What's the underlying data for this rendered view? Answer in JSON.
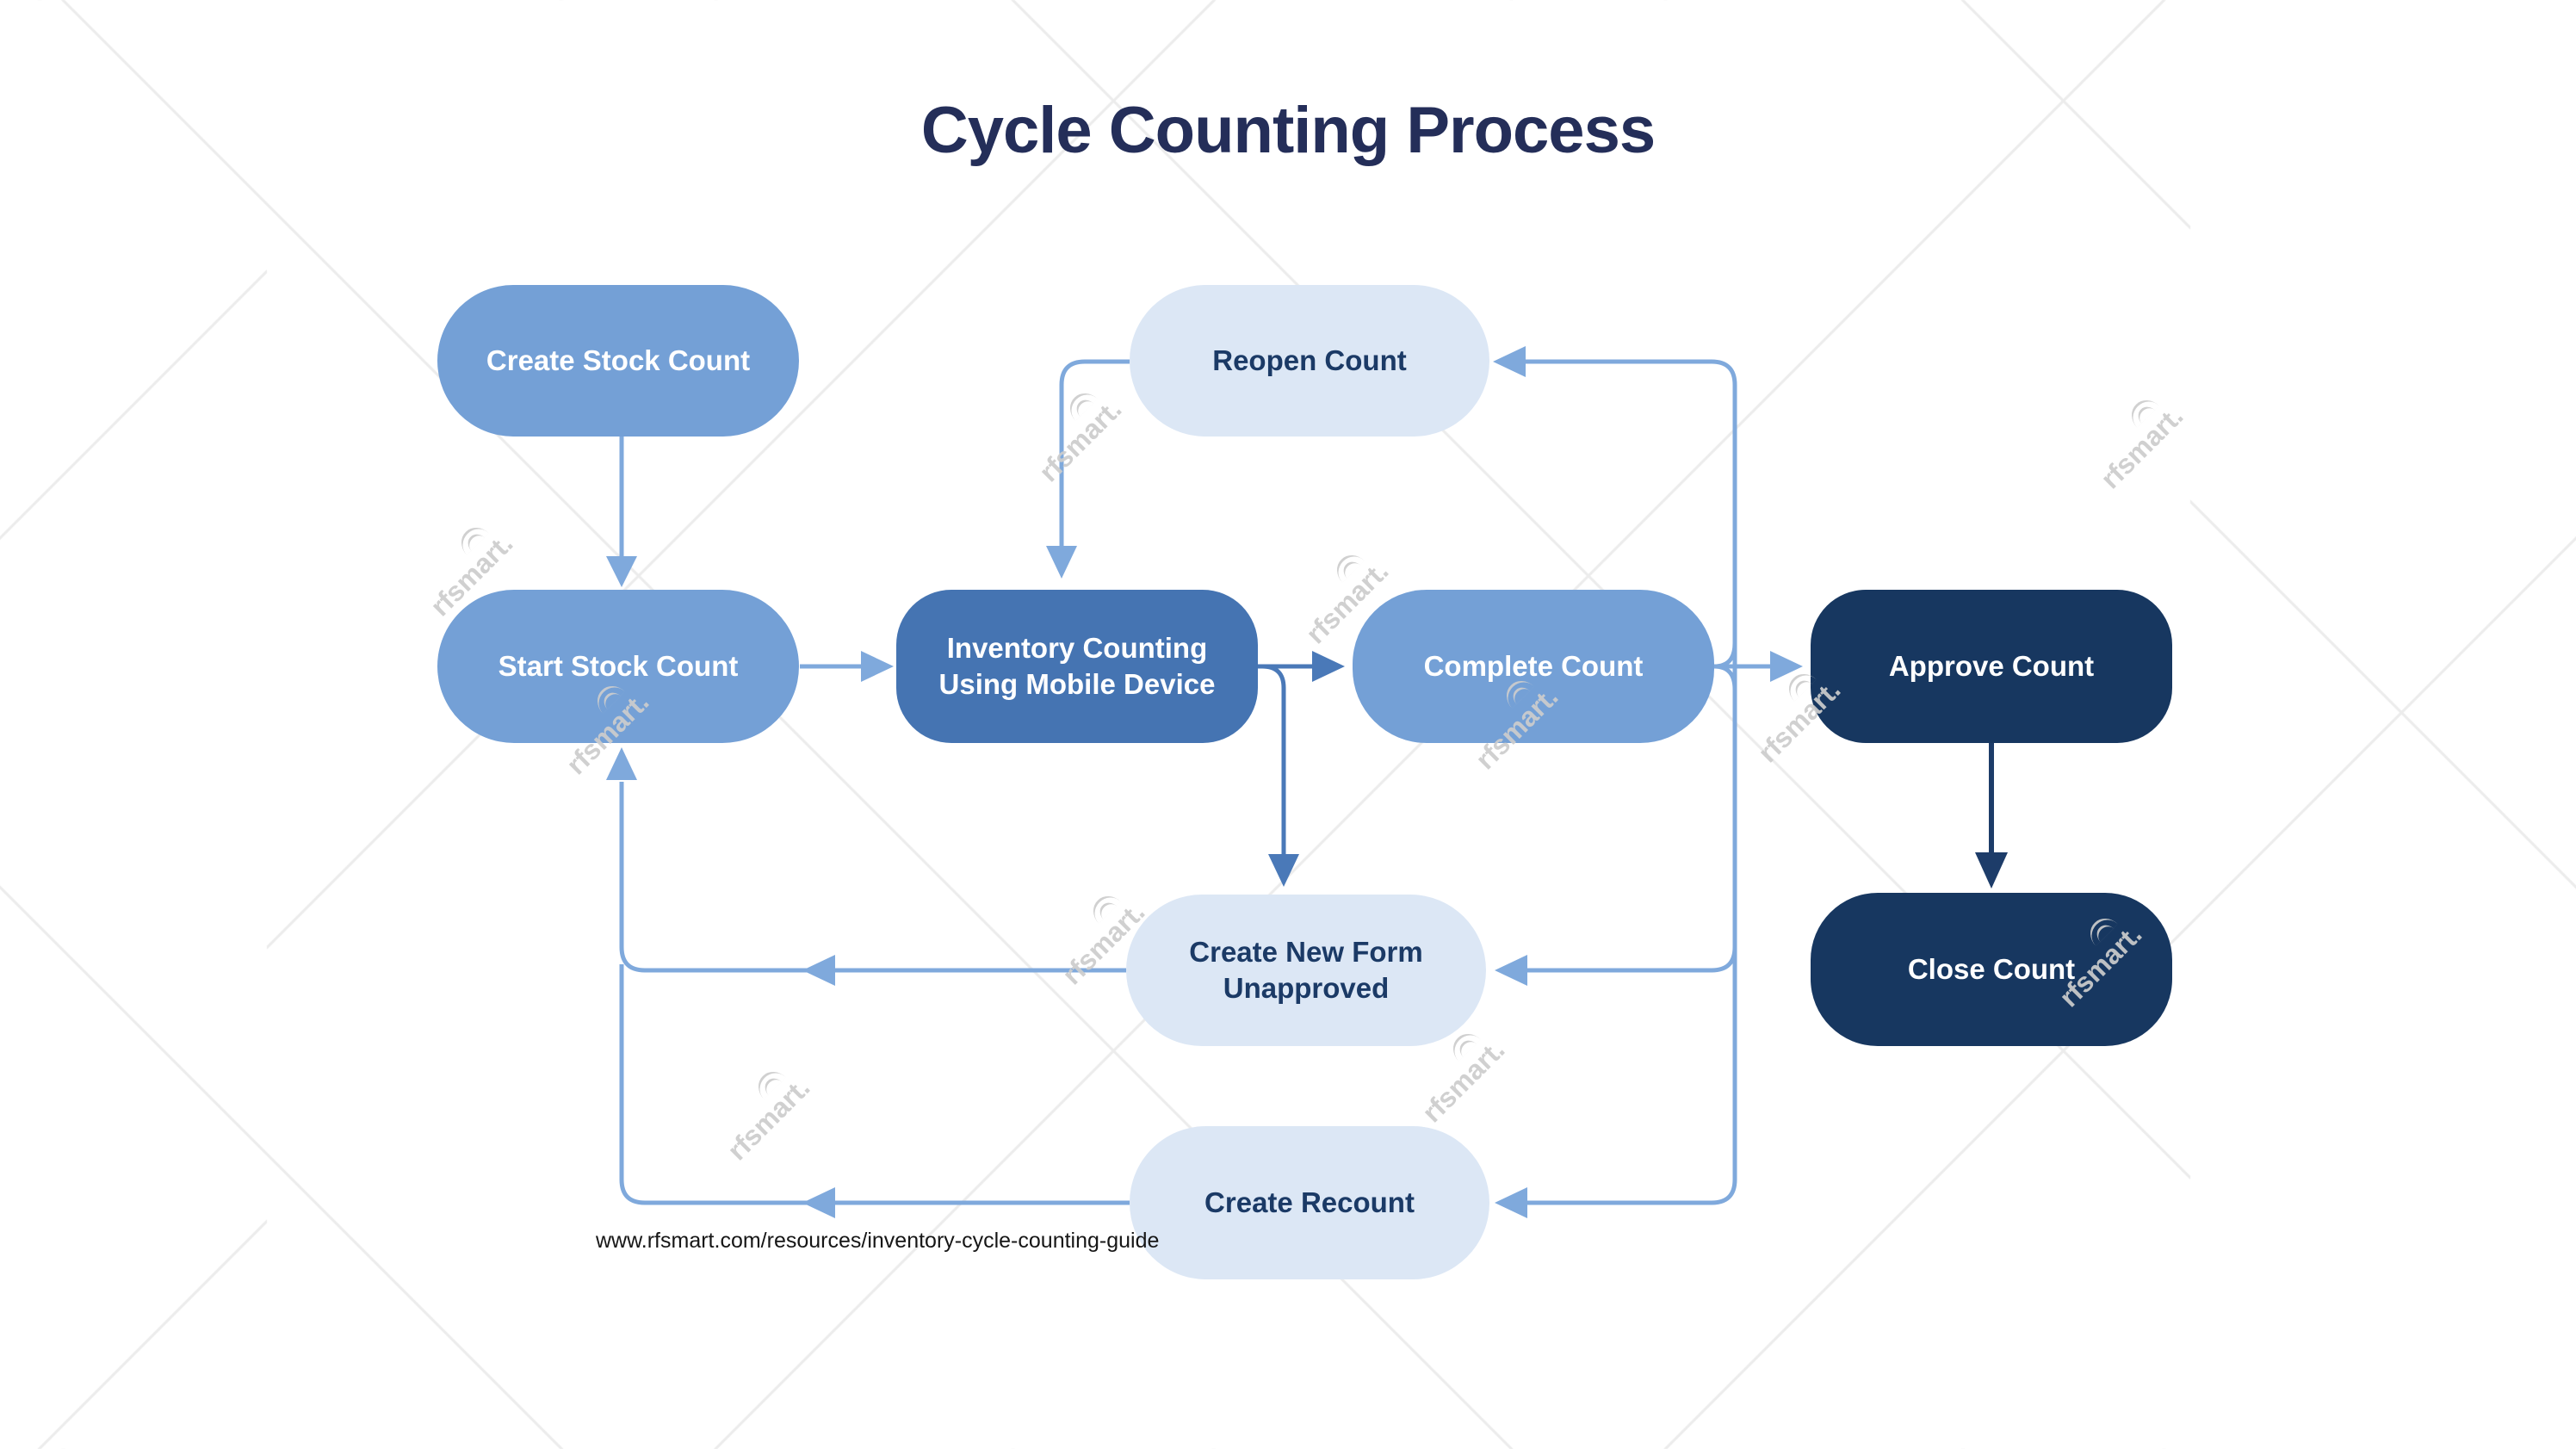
{
  "title": "Cycle Counting Process",
  "nodes": {
    "create_stock_count": {
      "label": "Create Stock Count",
      "tone": "medium-blue"
    },
    "reopen_count": {
      "label": "Reopen Count",
      "tone": "light-blue"
    },
    "start_stock_count": {
      "label": "Start Stock Count",
      "tone": "medium-blue"
    },
    "inventory_counting": {
      "label": "Inventory Counting Using Mobile Device",
      "tone": "dark-blue"
    },
    "complete_count": {
      "label": "Complete Count",
      "tone": "medium-blue"
    },
    "approve_count": {
      "label": "Approve Count",
      "tone": "navy"
    },
    "create_new_form": {
      "label": "Create New Form Unapproved",
      "tone": "light-blue"
    },
    "close_count": {
      "label": "Close Count",
      "tone": "navy"
    },
    "create_recount": {
      "label": "Create Recount",
      "tone": "light-blue"
    }
  },
  "edges": [
    {
      "from": "Create Stock Count",
      "to": "Start Stock Count"
    },
    {
      "from": "Start Stock Count",
      "to": "Inventory Counting Using Mobile Device"
    },
    {
      "from": "Reopen Count",
      "to": "Inventory Counting Using Mobile Device"
    },
    {
      "from": "Inventory Counting Using Mobile Device",
      "to": "Complete Count"
    },
    {
      "from": "Inventory Counting Using Mobile Device",
      "to": "Create New Form Unapproved"
    },
    {
      "from": "Complete Count",
      "to": "Approve Count"
    },
    {
      "from": "Complete Count",
      "to": "Reopen Count"
    },
    {
      "from": "Complete Count",
      "to": "Create New Form Unapproved"
    },
    {
      "from": "Complete Count",
      "to": "Create Recount"
    },
    {
      "from": "Create New Form Unapproved",
      "to": "Start Stock Count"
    },
    {
      "from": "Create Recount",
      "to": "Start Stock Count"
    },
    {
      "from": "Approve Count",
      "to": "Close Count"
    }
  ],
  "footer": {
    "url": "www.rfsmart.com/resources/inventory-cycle-counting-guide"
  },
  "watermark": {
    "text": "rfsmart."
  },
  "colors": {
    "background": "#ffffff",
    "title_text": "#242e59",
    "node_medium_blue": "#74a0d6",
    "node_dark_blue": "#4574b2",
    "node_light_blue": "#dce7f5",
    "node_navy": "#173760",
    "light_node_text": "#1b3a66",
    "colored_node_text": "#ffffff",
    "arrow_light_blue": "#7fa9dc",
    "arrow_dark_blue": "#4a79b8",
    "arrow_navy": "#1d3c69",
    "url_text": "#161616",
    "watermark_gray": "#cdcdcd"
  }
}
